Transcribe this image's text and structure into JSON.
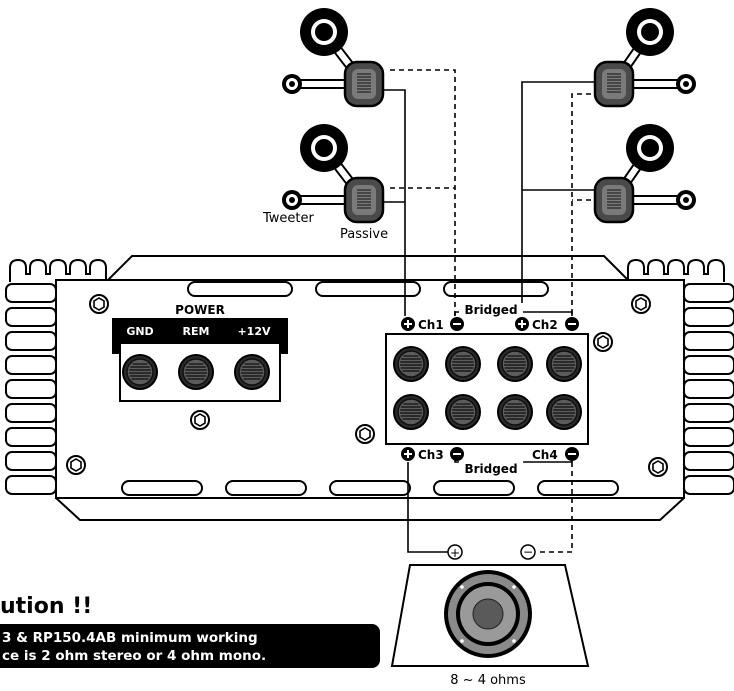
{
  "labels": {
    "tweeter": "Tweeter",
    "passive": "Passive",
    "power": "POWER",
    "gnd": "GND",
    "rem": "REM",
    "v12": "+12V",
    "ch1": "Ch1",
    "ch2": "Ch2",
    "ch3": "Ch3",
    "ch4": "Ch4",
    "bridged_top": "Bridged",
    "bridged_bottom": "Bridged",
    "plus_sign": "+",
    "minus_sign": "−",
    "ohms": "8 ~ 4 ohms"
  },
  "caution": {
    "title": "ution !!",
    "line1": "3 & RP150.4AB minimum working",
    "line2": "ce is 2 ohm stereo or 4 ohm mono."
  },
  "colors": {
    "ink": "#000000",
    "paper": "#ffffff",
    "crossover": "#6b6b6b",
    "banner": "#000000",
    "banner_text": "#ffffff"
  }
}
